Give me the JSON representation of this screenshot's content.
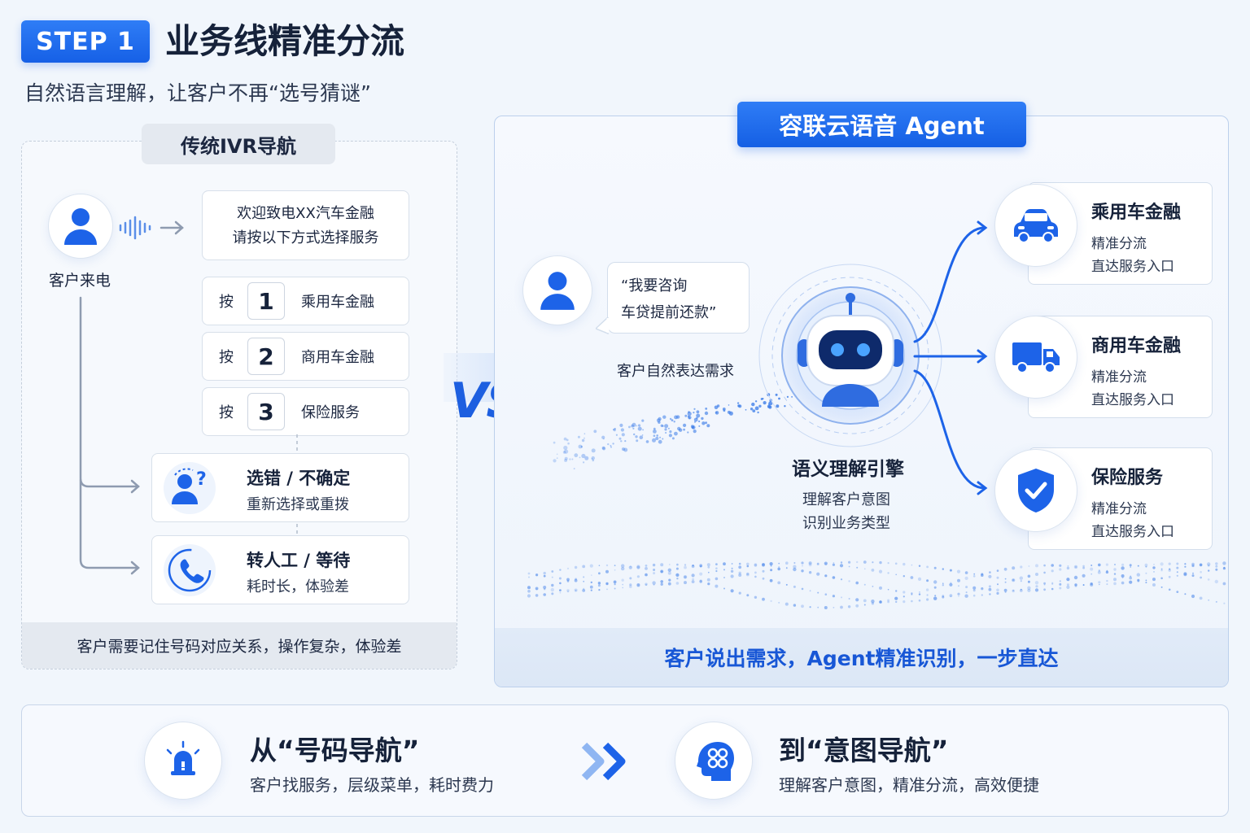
{
  "header": {
    "step_badge": "STEP 1",
    "title": "业务线精准分流",
    "subtitle": "自然语言理解，让客户不再“选号猜谜”"
  },
  "left_panel": {
    "tab": "传统IVR导航",
    "caller_label": "客户来电",
    "welcome_line1": "欢迎致电XX汽车金融",
    "welcome_line2": "请按以下方式选择服务",
    "options": [
      {
        "press": "按",
        "number": "1",
        "label": "乘用车金融"
      },
      {
        "press": "按",
        "number": "2",
        "label": "商用车金融"
      },
      {
        "press": "按",
        "number": "3",
        "label": "保险服务"
      }
    ],
    "fallbacks": [
      {
        "title": "选错 / 不确定",
        "desc": "重新选择或重拨"
      },
      {
        "title": "转人工 / 等待",
        "desc": "耗时长，体验差"
      }
    ],
    "footer": "客户需要记住号码对应关系，操作复杂，体验差"
  },
  "vs_label": "VS",
  "right_panel": {
    "tab": "容联云语音 Agent",
    "bubble_line1": "“我要咨询",
    "bubble_line2": "车贷提前还款”",
    "customer_expression": "客户自然表达需求",
    "engine_title": "语义理解引擎",
    "engine_line1": "理解客户意图",
    "engine_line2": "识别业务类型",
    "services": [
      {
        "title": "乘用车金融",
        "line1": "精准分流",
        "line2": "直达服务入口",
        "icon": "car-icon"
      },
      {
        "title": "商用车金融",
        "line1": "精准分流",
        "line2": "直达服务入口",
        "icon": "truck-icon"
      },
      {
        "title": "保险服务",
        "line1": "精准分流",
        "line2": "直达服务入口",
        "icon": "shield-check-icon"
      }
    ],
    "footer": "客户说出需求，Agent精准识别，一步直达"
  },
  "bottom": {
    "from_title": "从“号码导航”",
    "from_desc": "客户找服务，层级菜单，耗时费力",
    "to_title": "到“意图导航”",
    "to_desc": "理解客户意图，精准分流，高效便捷"
  },
  "colors": {
    "accent": "#1d63e8",
    "accent_dark": "#1857d6",
    "panel_gray": "#e4e9f0"
  }
}
